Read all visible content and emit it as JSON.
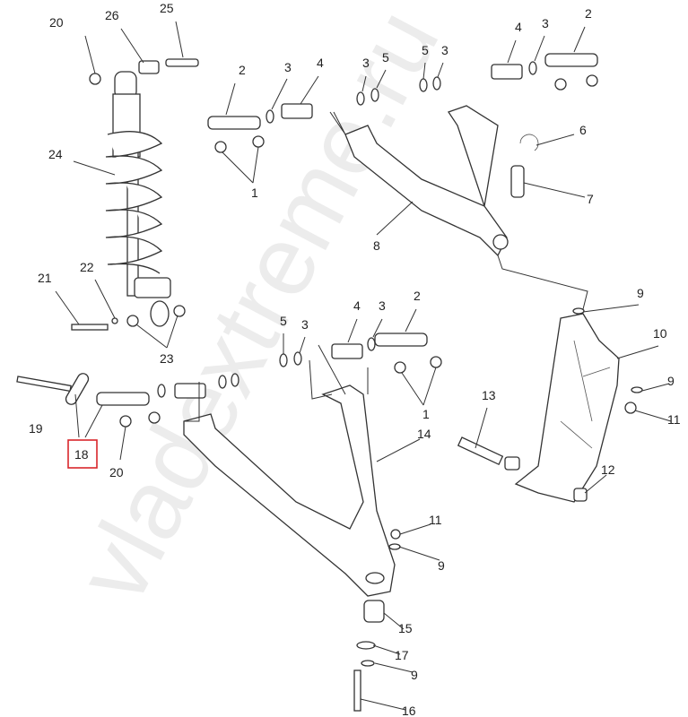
{
  "diagram": {
    "watermark": "vladextreme.ru",
    "highlighted_callout": "18",
    "highlight_color": "#d9262b",
    "callouts": [
      "20",
      "26",
      "25",
      "24",
      "21",
      "22",
      "23",
      "19",
      "18",
      "20",
      "2",
      "3",
      "4",
      "3",
      "5",
      "5",
      "3",
      "4",
      "3",
      "2",
      "1",
      "6",
      "7",
      "8",
      "5",
      "3",
      "4",
      "3",
      "2",
      "1",
      "14",
      "11",
      "9",
      "13",
      "12",
      "10",
      "9",
      "9",
      "11",
      "15",
      "17",
      "9",
      "16"
    ]
  }
}
